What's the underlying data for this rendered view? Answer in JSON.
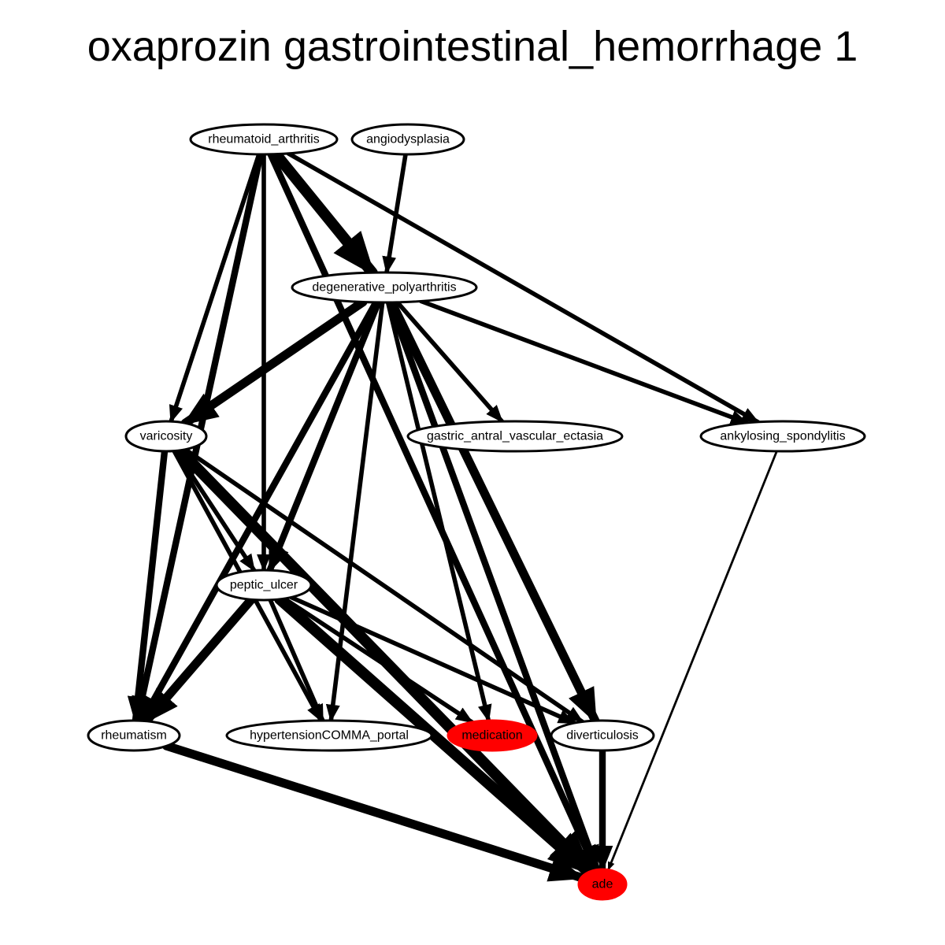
{
  "title": "oxaprozin gastrointestinal_hemorrhage 1",
  "colors": {
    "background": "#ffffff",
    "edge": "#000000",
    "node_stroke": "#000000",
    "node_fill": "#ffffff",
    "highlight_fill": "#ff0000"
  },
  "nodes": [
    {
      "id": "rheumatoid_arthritis",
      "label": "rheumatoid_arthritis",
      "highlight": false
    },
    {
      "id": "angiodysplasia",
      "label": "angiodysplasia",
      "highlight": false
    },
    {
      "id": "degenerative_polyarthritis",
      "label": "degenerative_polyarthritis",
      "highlight": false
    },
    {
      "id": "varicosity",
      "label": "varicosity",
      "highlight": false
    },
    {
      "id": "gastric_antral_vascular_ectasia",
      "label": "gastric_antral_vascular_ectasia",
      "highlight": false
    },
    {
      "id": "ankylosing_spondylitis",
      "label": "ankylosing_spondylitis",
      "highlight": false
    },
    {
      "id": "peptic_ulcer",
      "label": "peptic_ulcer",
      "highlight": false
    },
    {
      "id": "rheumatism",
      "label": "rheumatism",
      "highlight": false
    },
    {
      "id": "hypertensionCOMMA_portal",
      "label": "hypertensionCOMMA_portal",
      "highlight": false
    },
    {
      "id": "medication",
      "label": "medication",
      "highlight": true
    },
    {
      "id": "diverticulosis",
      "label": "diverticulosis",
      "highlight": false
    },
    {
      "id": "ade",
      "label": "ade",
      "highlight": true
    }
  ],
  "edges": [
    {
      "from": "rheumatoid_arthritis",
      "to": "degenerative_polyarthritis",
      "weight": 5
    },
    {
      "from": "rheumatoid_arthritis",
      "to": "varicosity",
      "weight": 2
    },
    {
      "from": "rheumatoid_arthritis",
      "to": "peptic_ulcer",
      "weight": 2
    },
    {
      "from": "rheumatoid_arthritis",
      "to": "rheumatism",
      "weight": 3
    },
    {
      "from": "rheumatoid_arthritis",
      "to": "ankylosing_spondylitis",
      "weight": 2
    },
    {
      "from": "rheumatoid_arthritis",
      "to": "ade",
      "weight": 3
    },
    {
      "from": "angiodysplasia",
      "to": "degenerative_polyarthritis",
      "weight": 2
    },
    {
      "from": "degenerative_polyarthritis",
      "to": "varicosity",
      "weight": 4
    },
    {
      "from": "degenerative_polyarthritis",
      "to": "gastric_antral_vascular_ectasia",
      "weight": 2
    },
    {
      "from": "degenerative_polyarthritis",
      "to": "ankylosing_spondylitis",
      "weight": 2
    },
    {
      "from": "degenerative_polyarthritis",
      "to": "peptic_ulcer",
      "weight": 3
    },
    {
      "from": "degenerative_polyarthritis",
      "to": "rheumatism",
      "weight": 3
    },
    {
      "from": "degenerative_polyarthritis",
      "to": "hypertensionCOMMA_portal",
      "weight": 2
    },
    {
      "from": "degenerative_polyarthritis",
      "to": "medication",
      "weight": 2
    },
    {
      "from": "degenerative_polyarthritis",
      "to": "diverticulosis",
      "weight": 4
    },
    {
      "from": "degenerative_polyarthritis",
      "to": "ade",
      "weight": 3
    },
    {
      "from": "varicosity",
      "to": "peptic_ulcer",
      "weight": 2
    },
    {
      "from": "varicosity",
      "to": "rheumatism",
      "weight": 3
    },
    {
      "from": "varicosity",
      "to": "hypertensionCOMMA_portal",
      "weight": 2
    },
    {
      "from": "varicosity",
      "to": "diverticulosis",
      "weight": 2
    },
    {
      "from": "varicosity",
      "to": "ade",
      "weight": 5
    },
    {
      "from": "peptic_ulcer",
      "to": "rheumatism",
      "weight": 4
    },
    {
      "from": "peptic_ulcer",
      "to": "hypertensionCOMMA_portal",
      "weight": 2
    },
    {
      "from": "peptic_ulcer",
      "to": "medication",
      "weight": 2
    },
    {
      "from": "peptic_ulcer",
      "to": "diverticulosis",
      "weight": 2
    },
    {
      "from": "peptic_ulcer",
      "to": "ade",
      "weight": 5
    },
    {
      "from": "ankylosing_spondylitis",
      "to": "ade",
      "weight": 1
    },
    {
      "from": "rheumatism",
      "to": "ade",
      "weight": 4
    },
    {
      "from": "diverticulosis",
      "to": "ade",
      "weight": 3
    }
  ]
}
